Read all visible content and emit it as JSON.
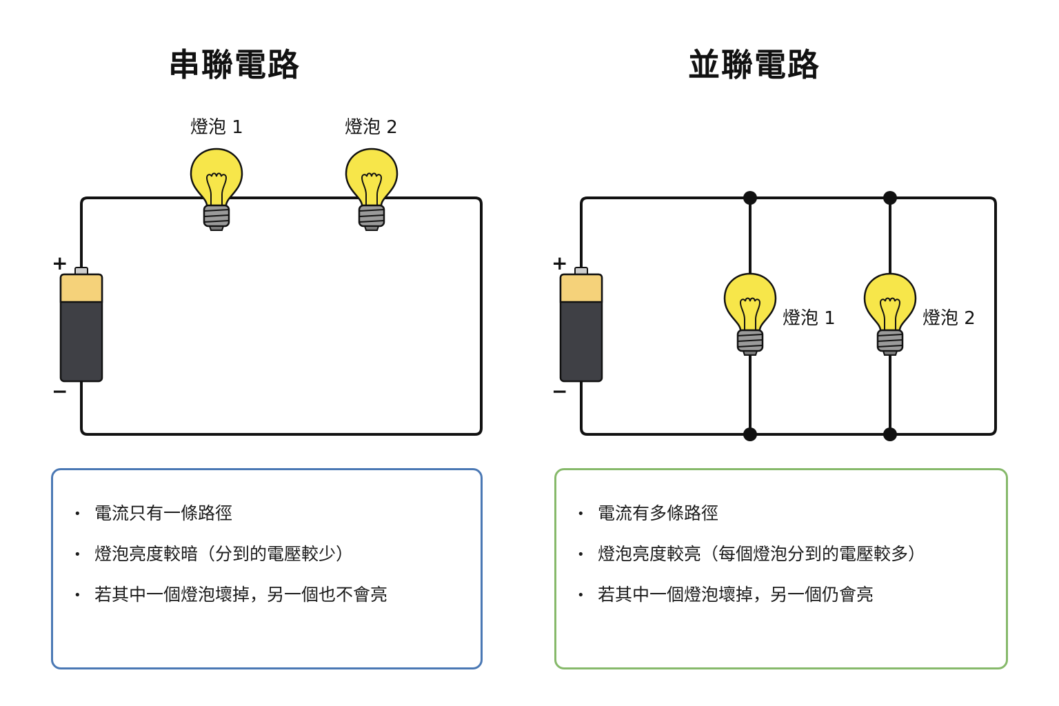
{
  "series": {
    "title": "串聯電路",
    "bulbs": [
      {
        "label": "燈泡 1"
      },
      {
        "label": "燈泡 2"
      }
    ],
    "battery": {
      "positive": "+",
      "negative": "−"
    },
    "notes": [
      "電流只有一條路徑",
      "燈泡亮度較暗（分到的電壓較少）",
      "若其中一個燈泡壞掉，另一個也不會亮"
    ],
    "box_color": "#4a78b4"
  },
  "parallel": {
    "title": "並聯電路",
    "bulbs": [
      {
        "label": "燈泡 1"
      },
      {
        "label": "燈泡 2"
      }
    ],
    "battery": {
      "positive": "+",
      "negative": "−"
    },
    "notes": [
      "電流有多條路徑",
      "燈泡亮度較亮（每個燈泡分到的電壓較多）",
      "若其中一個燈泡壞掉，另一個仍會亮"
    ],
    "box_color": "#86b96a"
  },
  "colors": {
    "wire": "#111111",
    "bulb_glass": "#f7e64a",
    "bulb_base": "#9a9a9a",
    "battery_cap": "#f5d27a",
    "battery_body": "#3f4045",
    "battery_terminal": "#cfcfcf"
  },
  "bullet_symbol": "•"
}
